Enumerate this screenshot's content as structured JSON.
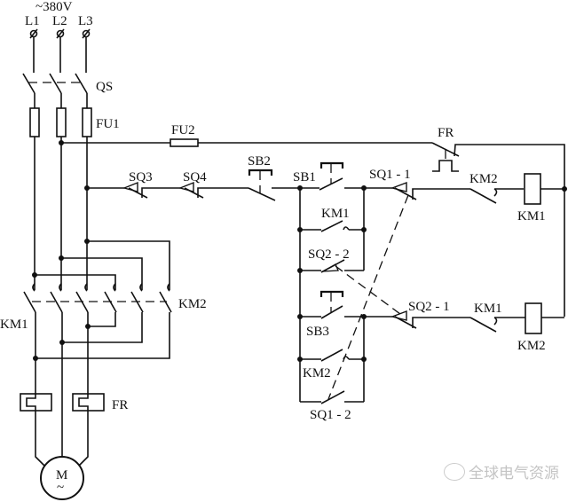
{
  "labels": {
    "voltage": "~380V",
    "l1": "L1",
    "l2": "L2",
    "l3": "L3",
    "qs": "QS",
    "fu1": "FU1",
    "fu2": "FU2",
    "km1_main": "KM1",
    "km2_main": "KM2",
    "fr_main": "FR",
    "motor": "M",
    "motor_ac": "~",
    "fr_ctrl": "FR",
    "sq3": "SQ3",
    "sq4": "SQ4",
    "sb2": "SB2",
    "sb1": "SB1",
    "sq1_1": "SQ1 - 1",
    "km2_nc": "KM2",
    "km1_coil": "KM1",
    "km1_hold": "KM1",
    "sq2_2": "SQ2 - 2",
    "sb3": "SB3",
    "sq2_1": "SQ2 - 1",
    "km1_nc": "KM1",
    "km2_coil": "KM2",
    "km2_hold": "KM2",
    "sq1_2": "SQ1 - 2"
  },
  "watermark": "全球电气资源"
}
